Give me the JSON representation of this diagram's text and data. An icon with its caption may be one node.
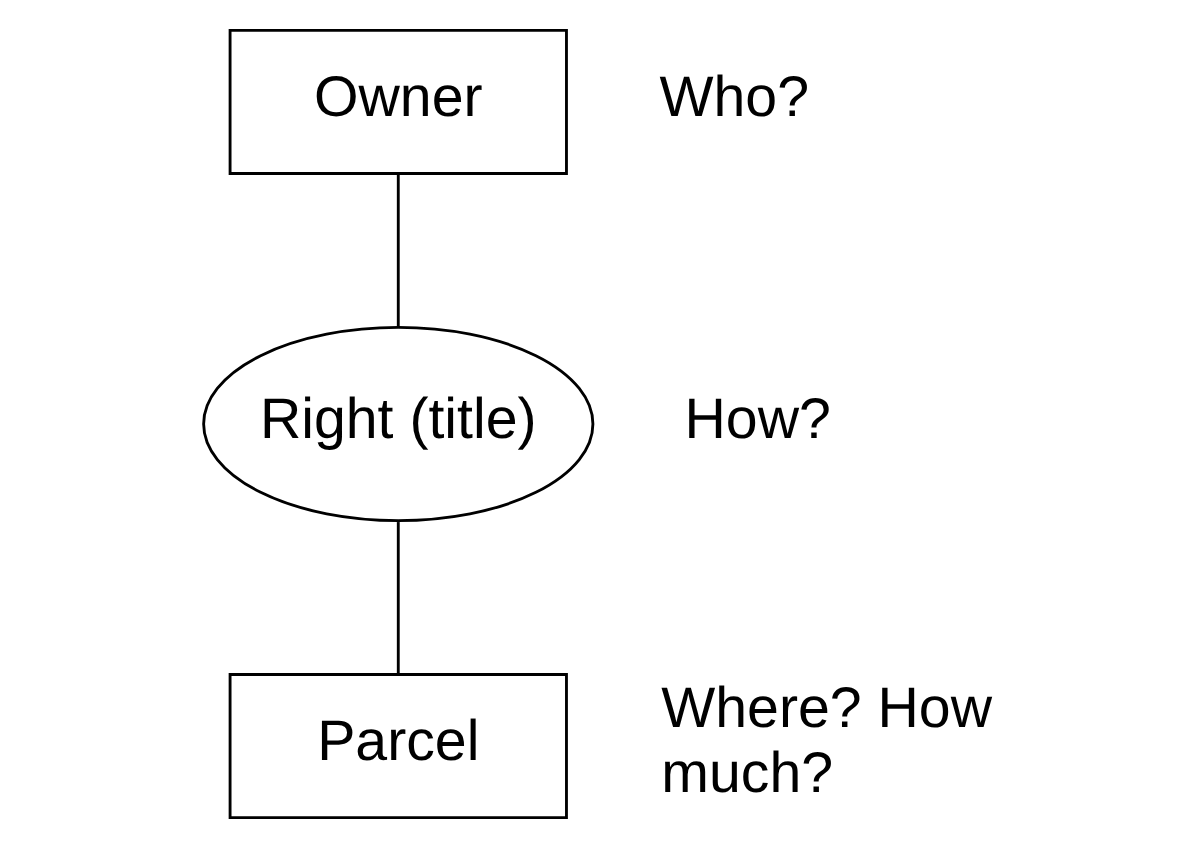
{
  "diagram": {
    "nodes": [
      {
        "text": [
          "Owner"
        ],
        "beside": [
          "Who?"
        ]
      },
      {
        "text": [
          "Right (title)"
        ],
        "beside": [
          "How?"
        ]
      },
      {
        "text": [
          "Parcel"
        ],
        "beside": [
          "Where? How much?"
        ]
      }
    ],
    "edges": [
      {
        "from": 0,
        "to": 1,
        "arrow": "none"
      },
      {
        "from": 1,
        "to": 2,
        "arrow": "none"
      }
    ]
  }
}
